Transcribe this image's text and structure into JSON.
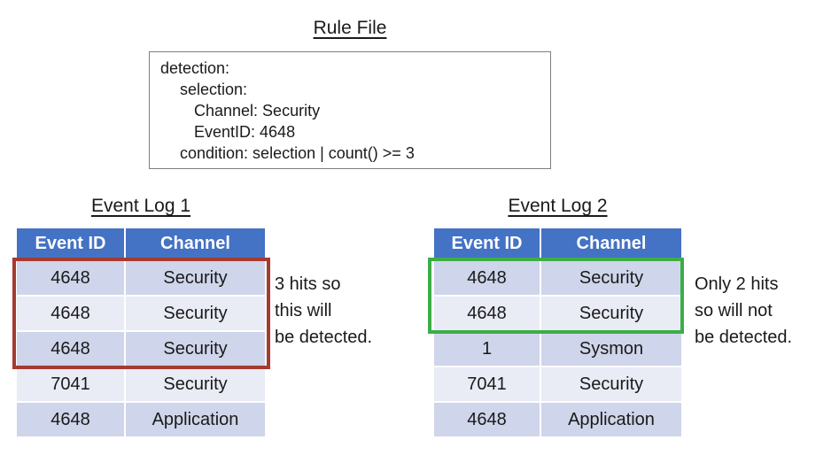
{
  "rule_file": {
    "title": "Rule File",
    "lines": [
      "detection:",
      "selection:",
      "Channel: Security",
      "EventID: 4648",
      "condition: selection | count() >= 3"
    ]
  },
  "event_logs": [
    {
      "title": "Event Log 1",
      "columns": [
        "Event ID",
        "Channel"
      ],
      "rows": [
        [
          "4648",
          "Security"
        ],
        [
          "4648",
          "Security"
        ],
        [
          "4648",
          "Security"
        ],
        [
          "7041",
          "Security"
        ],
        [
          "4648",
          "Application"
        ]
      ],
      "highlighted_rows": "1-3",
      "highlight_color": "#A63A30",
      "annotation": "3 hits so\nthis will\nbe detected."
    },
    {
      "title": "Event Log 2",
      "columns": [
        "Event ID",
        "Channel"
      ],
      "rows": [
        [
          "4648",
          "Security"
        ],
        [
          "4648",
          "Security"
        ],
        [
          "1",
          "Sysmon"
        ],
        [
          "7041",
          "Security"
        ],
        [
          "4648",
          "Application"
        ]
      ],
      "highlighted_rows": "1-2",
      "highlight_color": "#3CAD46",
      "annotation": "Only 2 hits\nso will not\nbe detected."
    }
  ],
  "colors": {
    "table_header_bg": "#4472C4",
    "table_header_text": "#FFFFFF",
    "row_band_dark": "#CFD5EA",
    "row_band_light": "#E9EBF5",
    "detected_frame": "#A63A30",
    "not_detected_frame": "#3CAD46"
  }
}
